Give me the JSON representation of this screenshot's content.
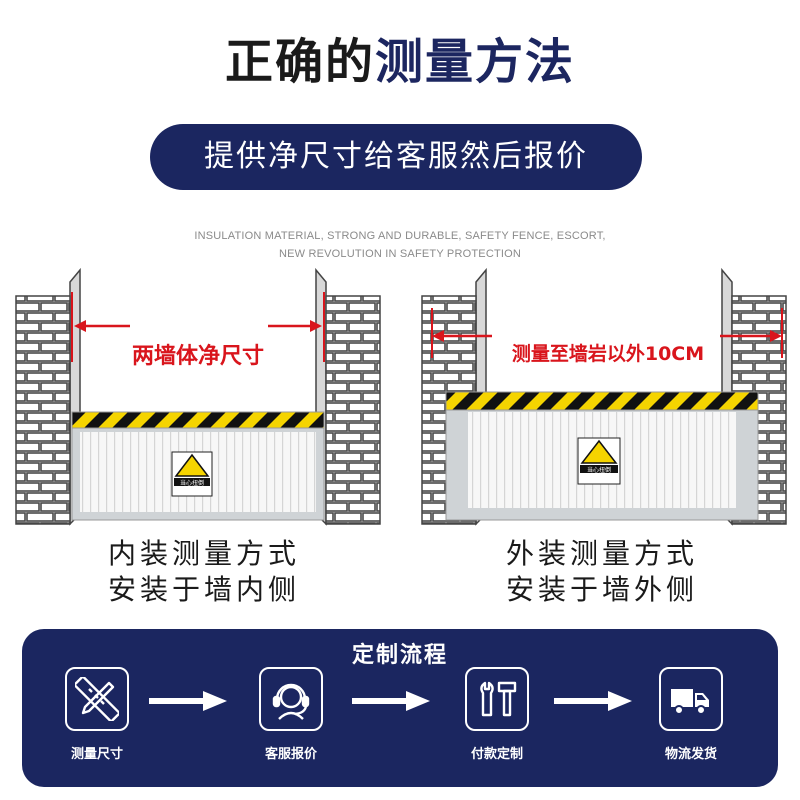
{
  "header": {
    "title_part1": "正确的",
    "title_part2": "测量方法",
    "banner": "提供净尺寸给客服然后报价",
    "subtitle_line1": "INSULATION MATERIAL, STRONG AND DURABLE, SAFETY FENCE, ESCORT,",
    "subtitle_line2": "NEW REVOLUTION IN SAFETY PROTECTION"
  },
  "panels": [
    {
      "measure_label": "两墙体净尺寸",
      "board_label": "当心扭倒",
      "caption_line1": "内装测量方式",
      "caption_line2": "安装于墙内侧"
    },
    {
      "measure_label": "测量至墙岩以外10CM",
      "board_label": "当心扭倒",
      "caption_line1": "外装测量方式",
      "caption_line2": "安装于墙外侧"
    }
  ],
  "process": {
    "title": "定制流程",
    "steps": [
      {
        "label": "测量尺寸",
        "icon": "ruler-pencil-icon"
      },
      {
        "label": "客服报价",
        "icon": "headset-icon"
      },
      {
        "label": "付款定制",
        "icon": "tools-icon"
      },
      {
        "label": "物流发货",
        "icon": "truck-icon"
      }
    ]
  },
  "colors": {
    "navy": "#1b2660",
    "red": "#d9151c",
    "stripe_yellow": "#f5d400"
  }
}
